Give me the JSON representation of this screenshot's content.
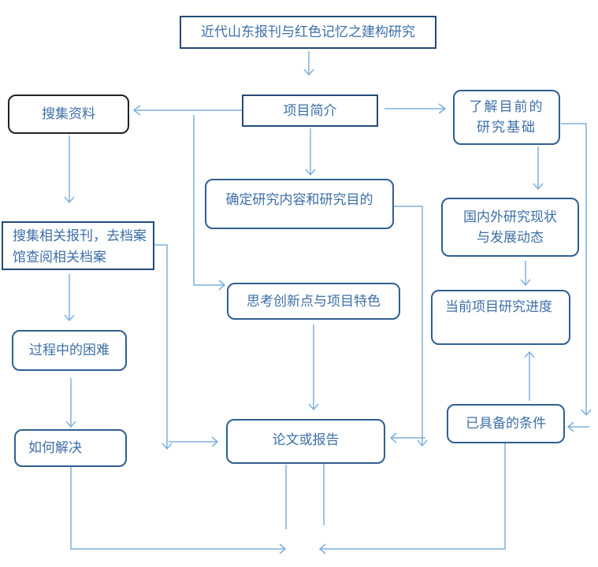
{
  "nodes": {
    "title": "近代山东报刊与红色记忆之建构研究",
    "intro": "项目简介",
    "collect": "搜集资料",
    "understand": "了解目前的研究基础",
    "determine": "确定研究内容和研究目的",
    "collect_related": "搜集相关报刊，去档案馆查阅相关档案",
    "domestic": "国内外研究现状与发展动态",
    "innovation": "思考创新点与项目特色",
    "progress": "当前项目研究进度",
    "difficulty": "过程中的困难",
    "solve": "如何解决",
    "paper": "论文或报告",
    "conditions": "已具备的条件"
  },
  "colors": {
    "text": "#3e6fa8",
    "arrow": "#7fb0dd",
    "border": "#234a78",
    "black_border": "#222222"
  }
}
